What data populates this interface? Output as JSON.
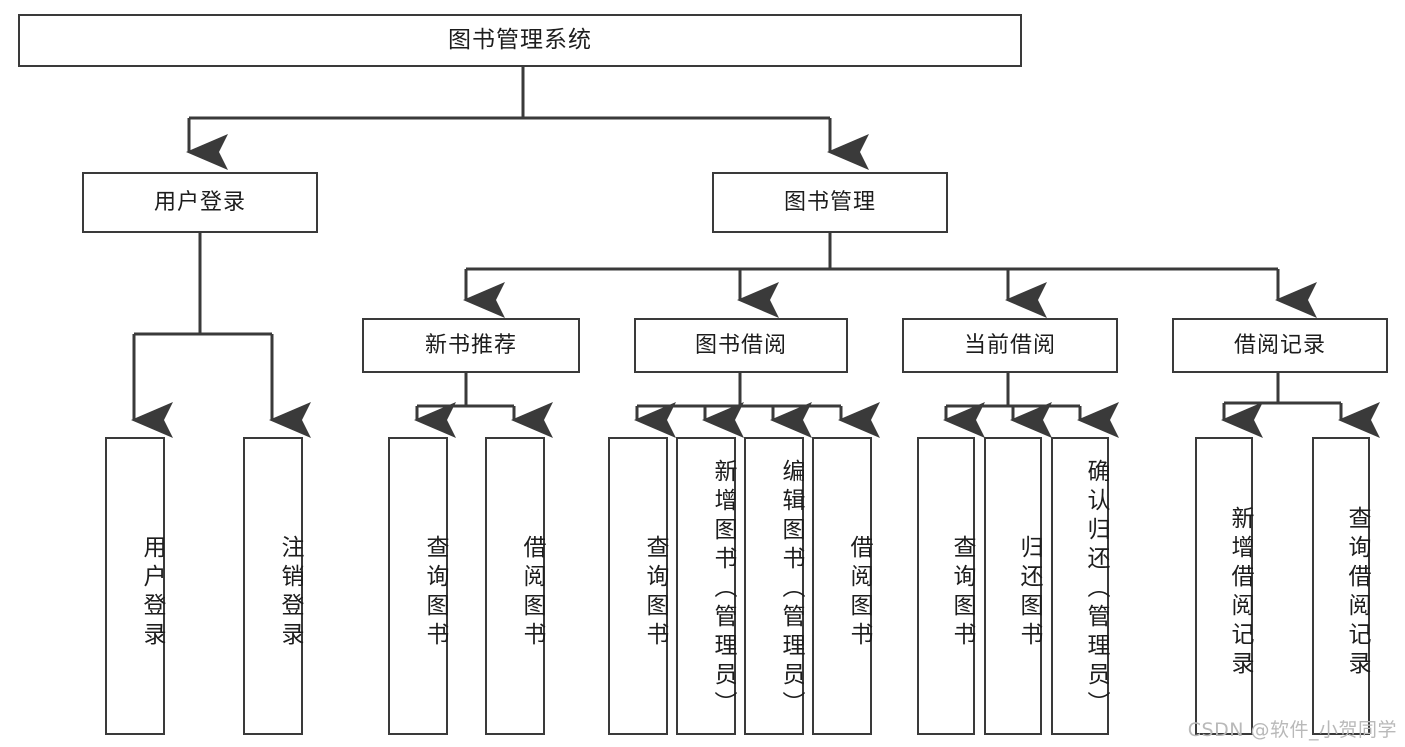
{
  "diagram": {
    "type": "tree",
    "title": "图书管理系统",
    "root": {
      "label": "图书管理系统"
    },
    "level2": [
      {
        "label": "用户登录"
      },
      {
        "label": "图书管理"
      }
    ],
    "level3": [
      {
        "label": "新书推荐"
      },
      {
        "label": "图书借阅"
      },
      {
        "label": "当前借阅"
      },
      {
        "label": "借阅记录"
      }
    ],
    "leaves": {
      "user_login": [
        {
          "label": "用户登录"
        },
        {
          "label": "注销登录"
        }
      ],
      "new_book_recommend": [
        {
          "label": "查询图书"
        },
        {
          "label": "借阅图书"
        }
      ],
      "book_borrow": [
        {
          "label": "查询图书"
        },
        {
          "label": "新增图书（管理员）"
        },
        {
          "label": "编辑图书（管理员）"
        },
        {
          "label": "借阅图书"
        }
      ],
      "current_borrow": [
        {
          "label": "查询图书"
        },
        {
          "label": "归还图书"
        },
        {
          "label": "确认归还（管理员）"
        }
      ],
      "borrow_record": [
        {
          "label": "新增借阅记录"
        },
        {
          "label": "查询借阅记录"
        }
      ]
    },
    "watermark": "CSDN @软件_小贺同学",
    "colors": {
      "stroke": "#3a3a3a",
      "fill": "#ffffff",
      "text": "#1d1d1d",
      "watermark": "#b9b9b9"
    }
  }
}
